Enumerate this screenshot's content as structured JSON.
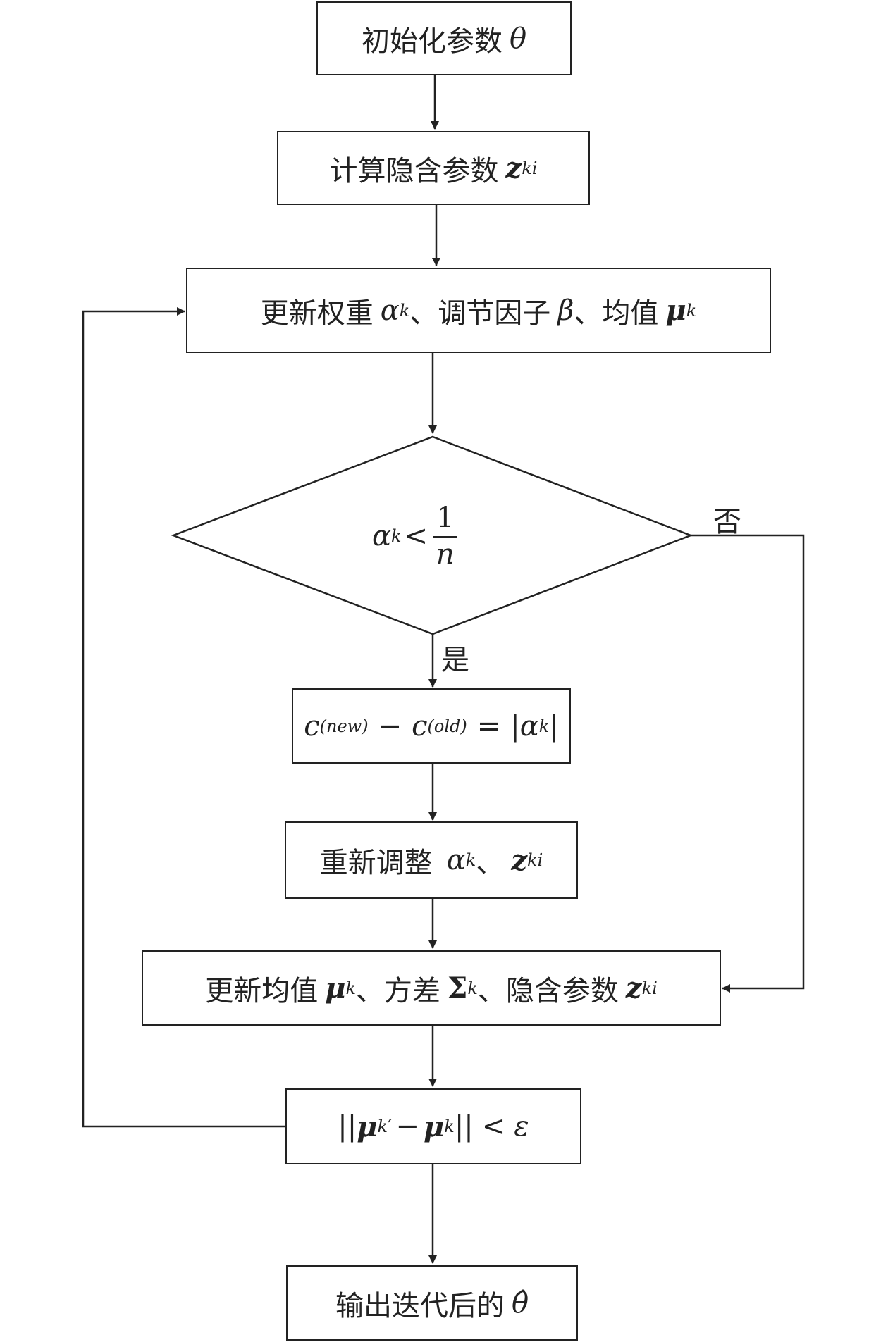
{
  "nodes": {
    "init": {
      "text": "初始化参数",
      "sym": "θ"
    },
    "compute_z": {
      "text": "计算隐含参数",
      "sym": "z",
      "sub": "ki"
    },
    "update1": {
      "t1": "更新权重",
      "s1": "α",
      "s1sub": "k",
      "t2": "、调节因子",
      "s2": "β",
      "t3": "、均值",
      "s3": "μ",
      "s3sub": "k"
    },
    "decision": {
      "lhs": "α",
      "lhs_sub": "k",
      "op": "<",
      "num": "1",
      "den": "n"
    },
    "c_update": {
      "c1": "c",
      "sup1": "(new)",
      "minus": "−",
      "c2": "c",
      "sup2": "(old)",
      "eq": "=",
      "abs": "α",
      "abs_sub": "k"
    },
    "readjust": {
      "text": "重新调整",
      "s1": "α",
      "s1sub": "k",
      "sep": "、",
      "s2": "z",
      "s2sub": "ki"
    },
    "update2": {
      "t1": "更新均值",
      "s1": "μ",
      "s1sub": "k",
      "t2": "、方差",
      "s2": "Σ",
      "s2sub": "k",
      "t3": "、隐含参数",
      "s3": "z",
      "s3sub": "ki"
    },
    "converge": {
      "mu1": "μ",
      "mu1sub": "k",
      "prime": "′",
      "minus": "−",
      "mu2": "μ",
      "mu2sub": "k",
      "op": "<",
      "eps": "ε"
    },
    "output": {
      "text": "输出迭代后的",
      "sym": "θ̂"
    }
  },
  "edges": {
    "yes_label": "是",
    "no_label": "否"
  }
}
